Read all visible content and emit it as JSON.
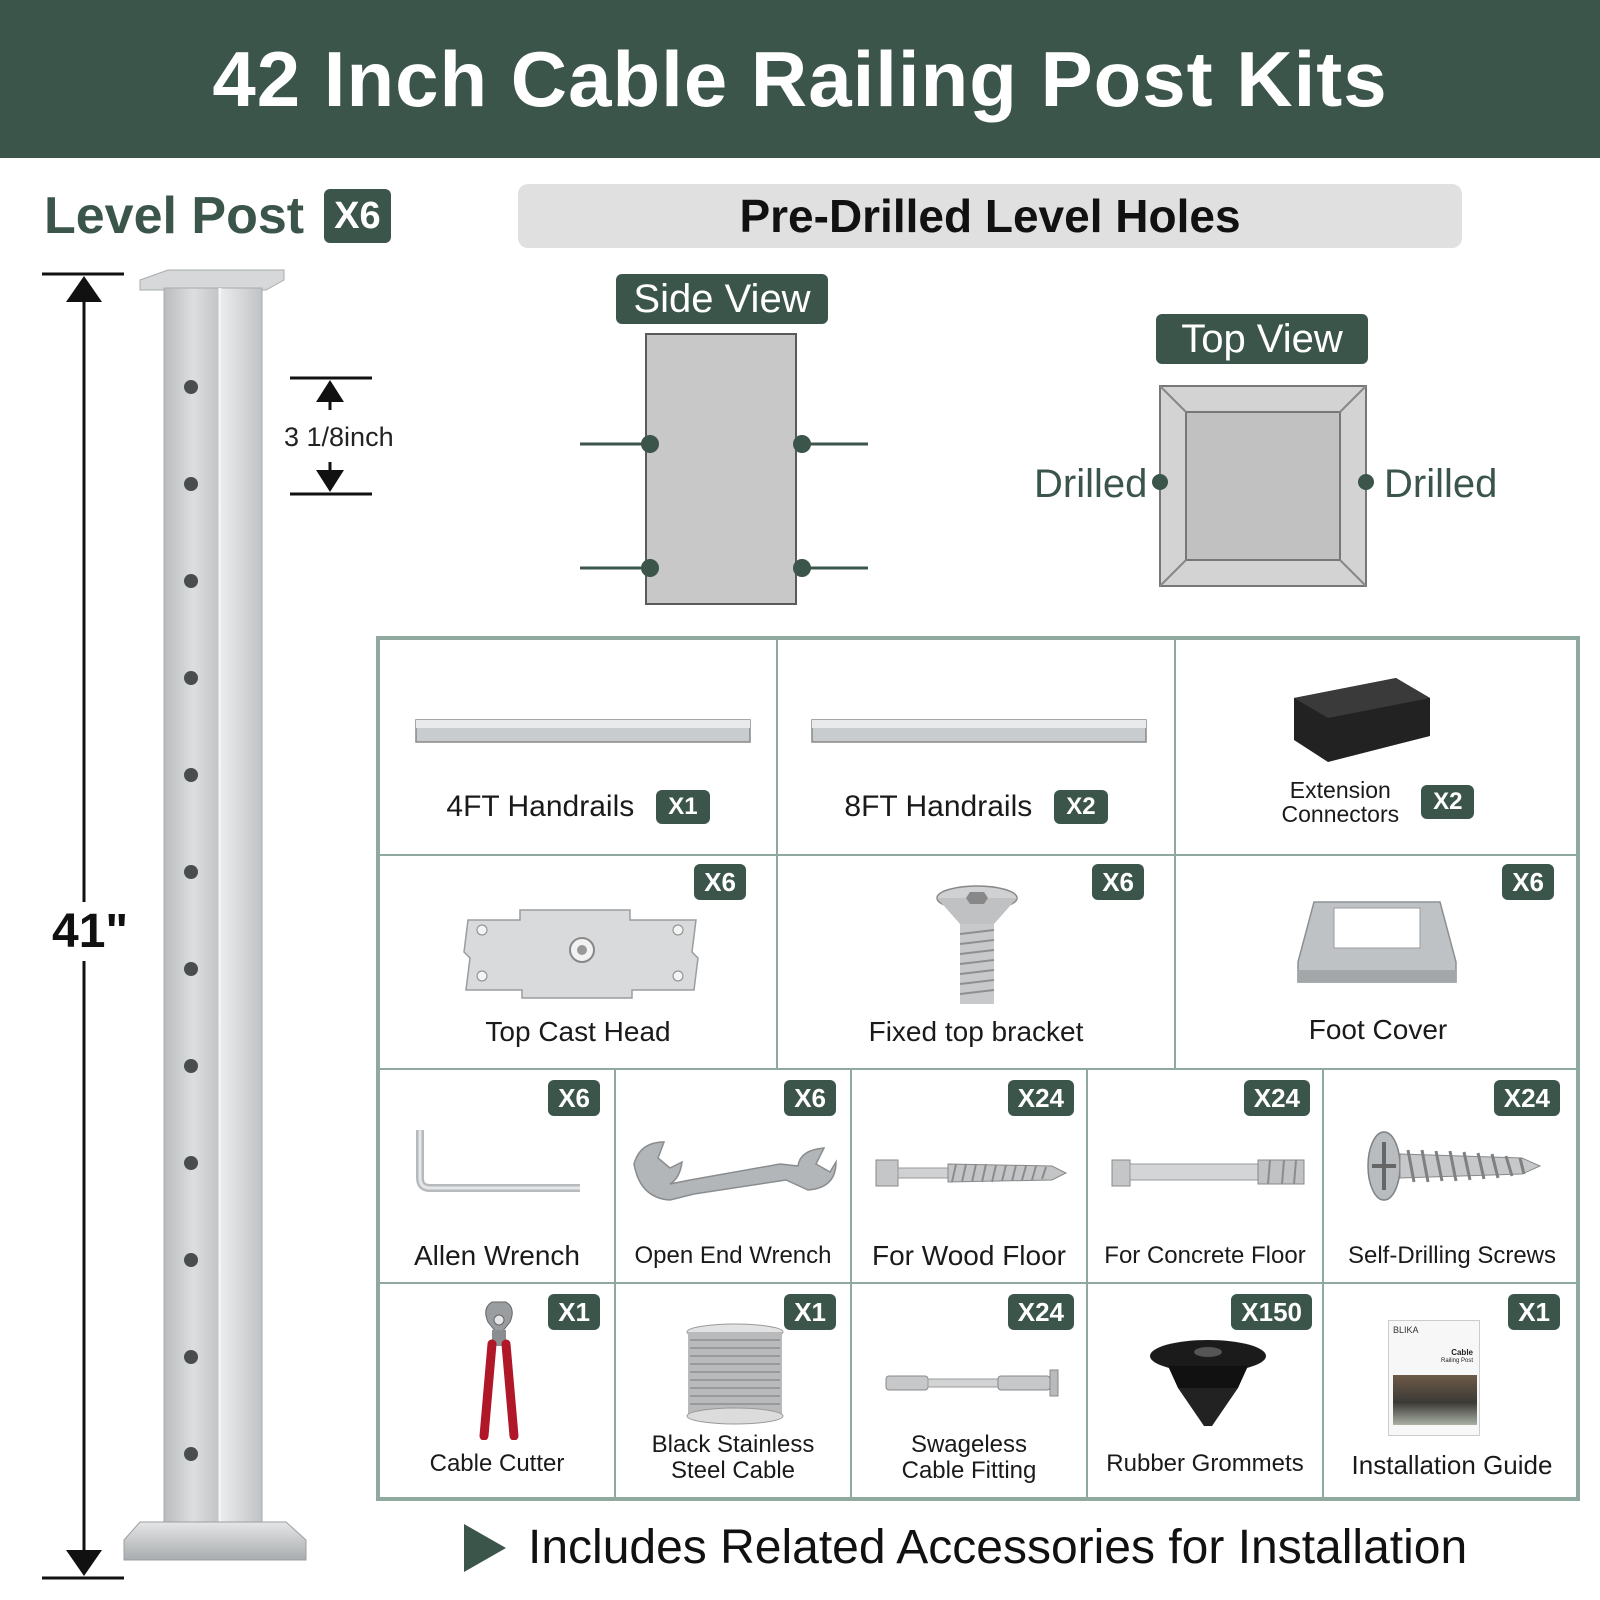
{
  "header": {
    "title": "42 Inch Cable Railing Post Kits"
  },
  "post": {
    "title": "Level Post",
    "qty": "X6",
    "height_label": "41\"",
    "spacing_label": "3 1/8inch"
  },
  "holes": {
    "banner": "Pre-Drilled Level Holes",
    "side_view_label": "Side View",
    "top_view_label": "Top View",
    "drilled_left": "Drilled",
    "drilled_right": "Drilled"
  },
  "kit": {
    "row1": [
      {
        "label": "4FT Handrails",
        "qty": "X1",
        "icon": "handrail-icon"
      },
      {
        "label": "8FT Handrails",
        "qty": "X2",
        "icon": "handrail-icon"
      },
      {
        "label_line1": "Extension",
        "label_line2": "Connectors",
        "qty": "X2",
        "icon": "connector-block-icon"
      }
    ],
    "row2": [
      {
        "label": "Top Cast Head",
        "qty": "X6",
        "icon": "cast-head-plate-icon"
      },
      {
        "label": "Fixed top bracket",
        "qty": "X6",
        "icon": "flat-head-screw-icon"
      },
      {
        "label": "Foot Cover",
        "qty": "X6",
        "icon": "foot-cover-icon"
      }
    ],
    "row3": [
      {
        "label": "Allen Wrench",
        "qty": "X6",
        "icon": "allen-wrench-icon"
      },
      {
        "label": "Open End Wrench",
        "qty": "X6",
        "icon": "open-end-wrench-icon"
      },
      {
        "label": "For Wood Floor",
        "qty": "X24",
        "icon": "lag-screw-icon"
      },
      {
        "label": "For Concrete Floor",
        "qty": "X24",
        "icon": "anchor-bolt-icon"
      },
      {
        "label": "Self-Drilling Screws",
        "qty": "X24",
        "icon": "self-drilling-screw-icon"
      }
    ],
    "row4": [
      {
        "label": "Cable Cutter",
        "qty": "X1",
        "icon": "cable-cutter-icon"
      },
      {
        "label_line1": "Black Stainless",
        "label_line2": "Steel Cable",
        "qty": "X1",
        "icon": "cable-spool-icon"
      },
      {
        "label_line1": "Swageless",
        "label_line2": "Cable Fitting",
        "qty": "X24",
        "icon": "cable-fitting-icon"
      },
      {
        "label": "Rubber Grommets",
        "qty": "X150",
        "icon": "grommet-icon"
      },
      {
        "label": "Installation Guide",
        "qty": "X1",
        "icon": "guide-booklet-icon",
        "booklet_brand": "BLIKA",
        "booklet_title_line1": "Cable",
        "booklet_title_line2": "Railing Post"
      }
    ]
  },
  "footer": {
    "note": "Includes Related Accessories for Installation"
  },
  "colors": {
    "brand": "#3b554b",
    "grid_border": "#8fa99f",
    "banner_bg": "#e0e0e0"
  }
}
